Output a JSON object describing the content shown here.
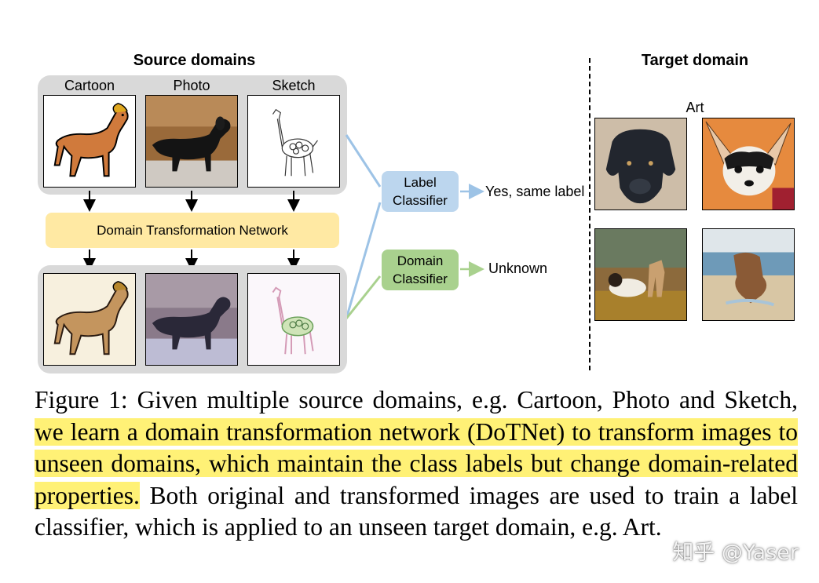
{
  "figure": {
    "source_title": "Source domains",
    "target_title": "Target domain",
    "source_domains": [
      "Cartoon",
      "Photo",
      "Sketch"
    ],
    "target_domain": "Art",
    "transformation_network": "Domain Transformation Network",
    "label_classifier": {
      "line1": "Label",
      "line2": "Classifier"
    },
    "domain_classifier": {
      "line1": "Domain",
      "line2": "Classifier"
    },
    "label_output": "Yes, same label",
    "domain_output": "Unknown",
    "colors": {
      "group_bg": "#d9d9d9",
      "dtn_bg": "#ffe9a3",
      "label_classifier_bg": "#bcd6ee",
      "domain_classifier_bg": "#a9d18e",
      "blue_arrow": "#9dc3e6",
      "green_arrow": "#a9d18e",
      "highlight": "#fff176"
    }
  },
  "caption": {
    "label": "Figure 1:",
    "part1": "Given multiple source domains, e.g. Cartoon, Photo and Sketch,",
    "highlight": "we learn a domain transformation network (DoTNet) to transform images to unseen domains, which maintain the class labels but change domain-related properties.",
    "part2": "Both original and transformed images are used to train a label classifier, which is applied to an unseen target domain, e.g. Art."
  },
  "watermark": "知乎 @Yaser"
}
